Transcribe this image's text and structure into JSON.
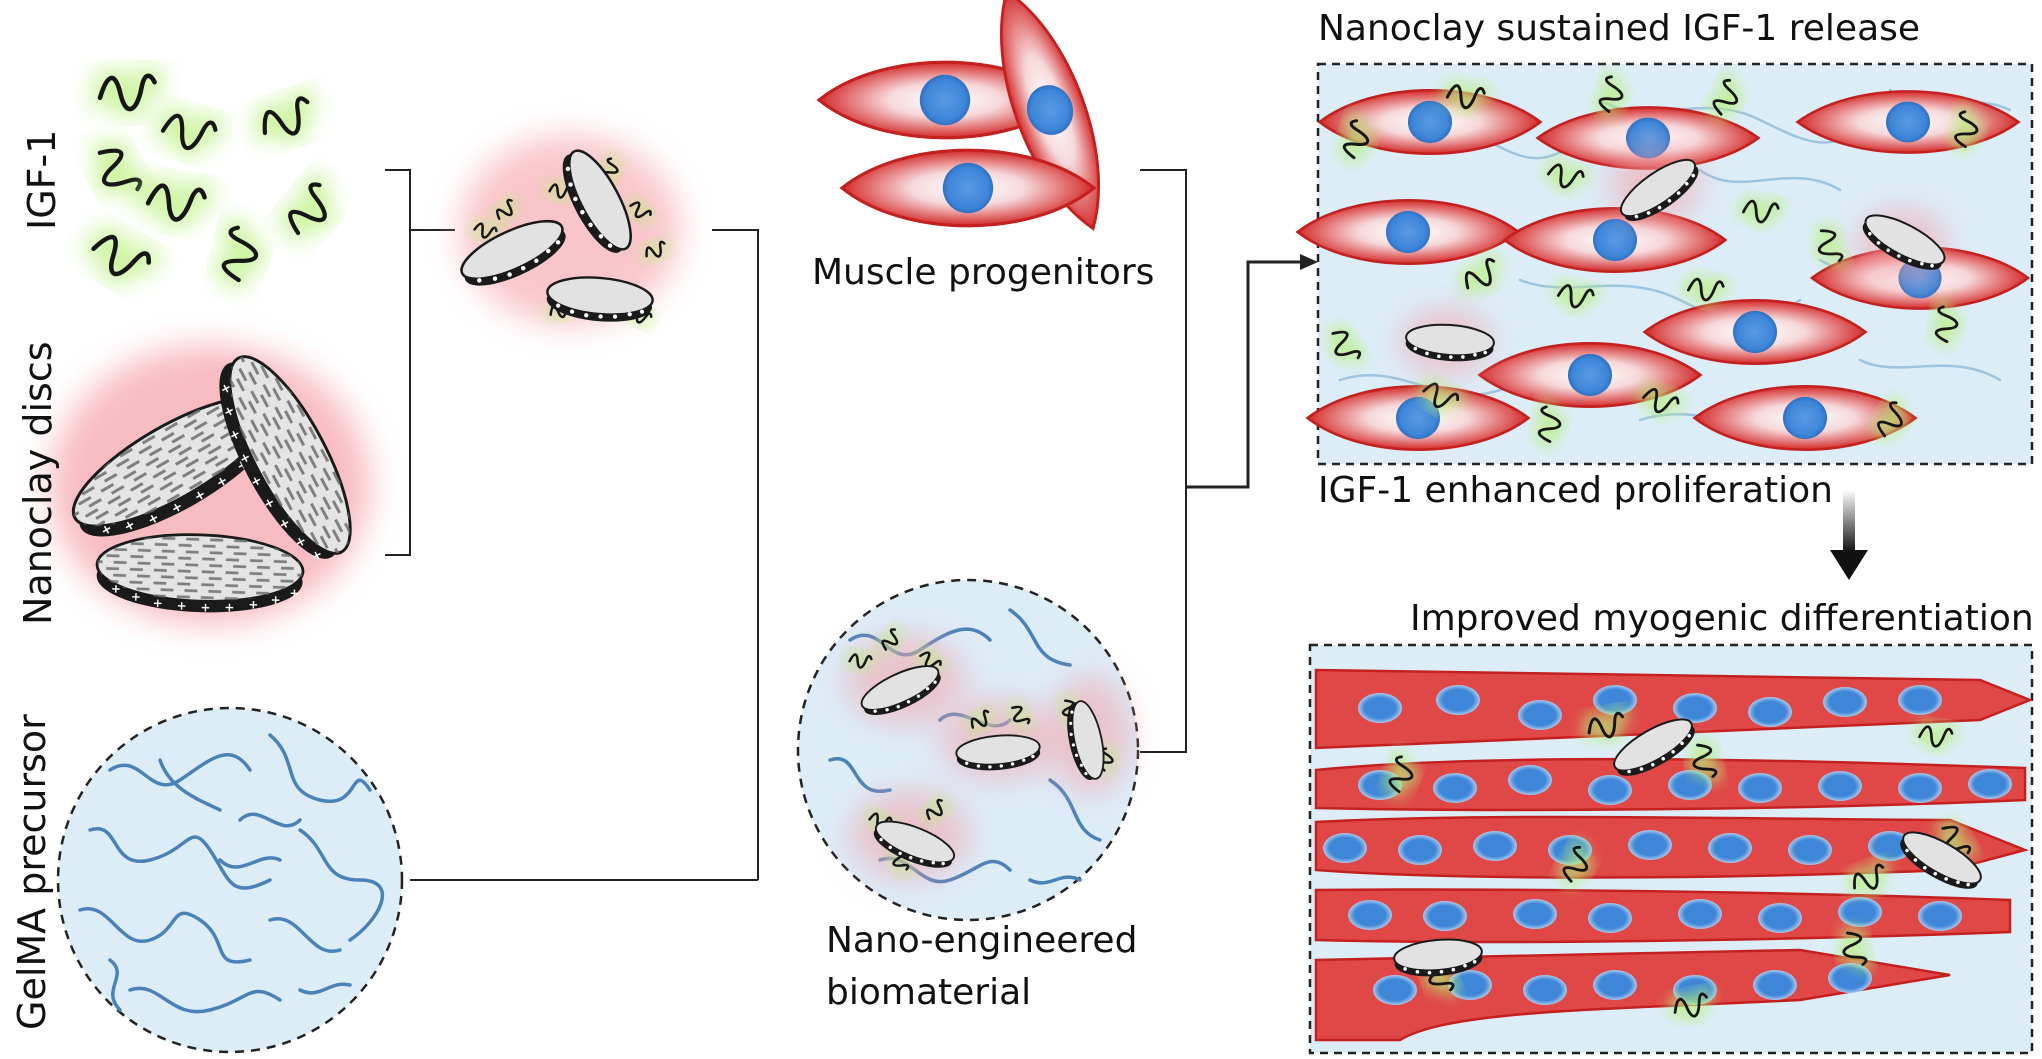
{
  "diagram": {
    "left_labels": {
      "igf1": "IGF-1",
      "nanoclay": "Nanoclay discs",
      "gelma": "GelMA precursor"
    },
    "middle_labels": {
      "muscle_progenitors": "Muscle progenitors",
      "biomaterial_line1": "Nano-engineered",
      "biomaterial_line2": "biomaterial"
    },
    "right_labels": {
      "release": "Nanoclay sustained IGF-1 release",
      "proliferation": "IGF-1 enhanced proliferation",
      "differentiation": "Improved myogenic differentiation"
    },
    "colors": {
      "cell_red": "#d42b2b",
      "cell_pink": "#f4c6c8",
      "nucleus_blue": "#3d86d8",
      "igf_glow": "#b8f07a",
      "hydrogel_bg": "#dcedf8",
      "polymer_blue": "#4a82b8",
      "disc_gray": "#e2e2e2",
      "disc_dark": "#1a1a1a"
    }
  }
}
